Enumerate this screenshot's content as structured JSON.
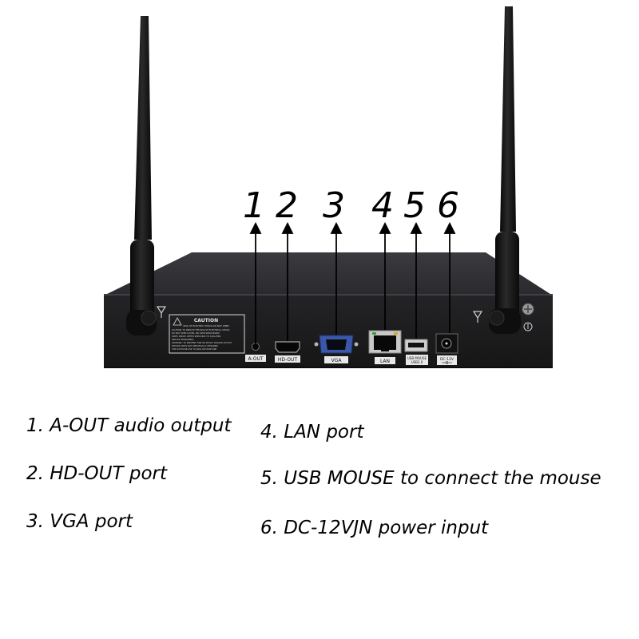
{
  "callout_numbers": [
    "1",
    "2",
    "3",
    "4",
    "5",
    "6"
  ],
  "port_labels": {
    "a_out": "A-OUT",
    "hd_out": "HD-OUT",
    "vga": "VGA",
    "lan": "LAN",
    "usb": "USB MOUSE",
    "usb_sub": "USB2.0",
    "dc": "DC-12V"
  },
  "caution_label": {
    "title": "CAUTION",
    "risk_line": "RISK OF ELECTRIC SHOCK DO NOT OPEN",
    "body_lines": [
      "CAUTION: TO REDUCE THE RISK OF ELECTRICAL SHOCK",
      "DO NOT OPEN COVER. NO USER SERVICEABLE",
      "PARTS INSIDE. REFER SERVICING TO QUALIFIED",
      "SERVICE PERSONNEL.",
      "WARNING: TO PREVENT FIRE OR SHOCK HAZARD DO NOT",
      "EXPOSE UNITS NOT SPECIFICALLY DESIGNED",
      "FOR OUTDOOR USE TO RAIN OR MOISTURE"
    ]
  },
  "legend": [
    "1. A-OUT audio output",
    "2. HD-OUT port",
    "3. VGA port",
    "4. LAN port",
    "5. USB MOUSE to connect the mouse",
    "6. DC-12VJN power input"
  ],
  "colors": {
    "device_top": "#2f2f33",
    "device_front": "#1c1c1e",
    "antenna": "#121212"
  }
}
